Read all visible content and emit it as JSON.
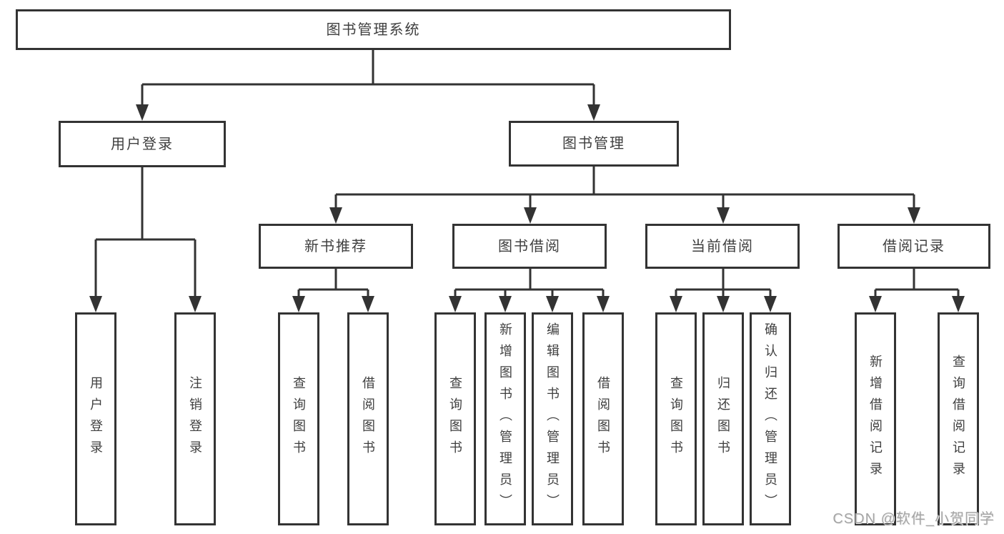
{
  "diagram": {
    "type": "functional-structure-tree",
    "colors": {
      "line": "#333333",
      "box_border": "#333333",
      "box_fill": "#ffffff",
      "text": "#3f3f3f",
      "watermark_text": "#a5a5a5",
      "background": "#ffffff"
    },
    "tree": {
      "root": {
        "label": "图书管理系统",
        "children": [
          {
            "label": "用户登录",
            "children": [
              {
                "label": "用户登录"
              },
              {
                "label": "注销登录"
              }
            ]
          },
          {
            "label": "图书管理",
            "children": [
              {
                "label": "新书推荐",
                "children": [
                  {
                    "label": "查询图书"
                  },
                  {
                    "label": "借阅图书"
                  }
                ]
              },
              {
                "label": "图书借阅",
                "children": [
                  {
                    "label": "查询图书"
                  },
                  {
                    "label": "新增图书（管理员）"
                  },
                  {
                    "label": "编辑图书（管理员）"
                  },
                  {
                    "label": "借阅图书"
                  }
                ]
              },
              {
                "label": "当前借阅",
                "children": [
                  {
                    "label": "查询图书"
                  },
                  {
                    "label": "归还图书"
                  },
                  {
                    "label": "确认归还（管理员）"
                  }
                ]
              },
              {
                "label": "借阅记录",
                "children": [
                  {
                    "label": "新增借阅记录"
                  },
                  {
                    "label": "查询借阅记录"
                  }
                ]
              }
            ]
          }
        ]
      }
    },
    "watermark": {
      "text": "CSDN @软件_小贺同学"
    }
  }
}
